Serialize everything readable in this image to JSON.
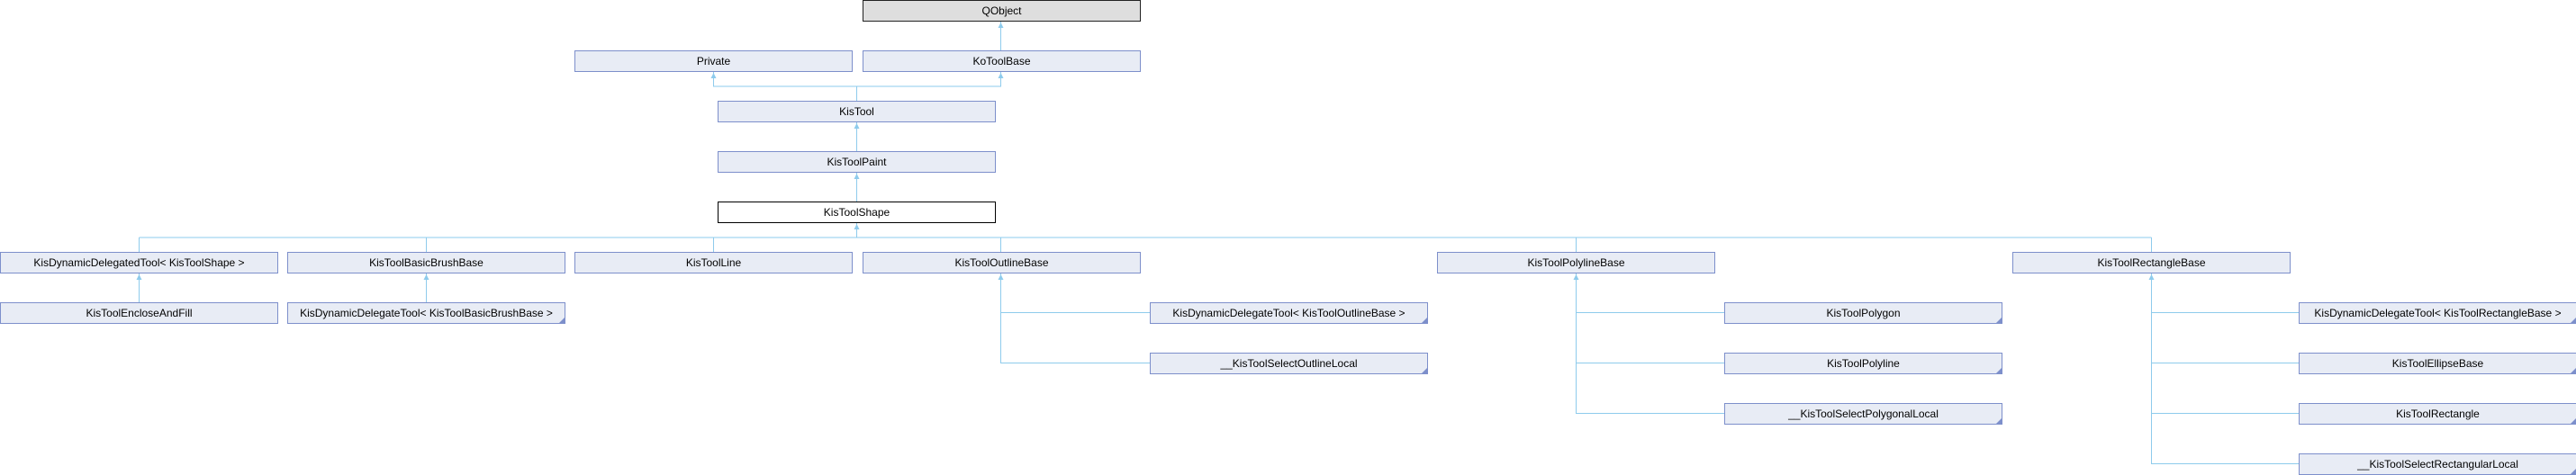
{
  "nodes": {
    "qobject": "QObject",
    "private": "Private",
    "kotoolbase": "KoToolBase",
    "kistool": "KisTool",
    "kistoolpaint": "KisToolPaint",
    "kistoolshape": "KisToolShape",
    "dyn_delegated_shape": "KisDynamicDelegatedTool< KisToolShape >",
    "basic_brush_base": "KisToolBasicBrushBase",
    "tool_line": "KisToolLine",
    "outline_base": "KisToolOutlineBase",
    "polyline_base": "KisToolPolylineBase",
    "rectangle_base": "KisToolRectangleBase",
    "enclose_and_fill": "KisToolEncloseAndFill",
    "dyn_delegate_brush": "KisDynamicDelegateTool< KisToolBasicBrushBase >",
    "dyn_delegate_outline": "KisDynamicDelegateTool< KisToolOutlineBase >",
    "select_outline_local": "__KisToolSelectOutlineLocal",
    "polygon": "KisToolPolygon",
    "polyline": "KisToolPolyline",
    "select_polygonal_local": "__KisToolSelectPolygonalLocal",
    "dyn_delegate_rect": "KisDynamicDelegateTool< KisToolRectangleBase >",
    "ellipse_base": "KisToolEllipseBase",
    "rectangle": "KisToolRectangle",
    "select_rectangular_local": "__KisToolSelectRectangularLocal"
  },
  "colors": {
    "edge": "#8ecbec",
    "node_fill": "#e8ecf5",
    "node_border": "#7d8fcb"
  }
}
